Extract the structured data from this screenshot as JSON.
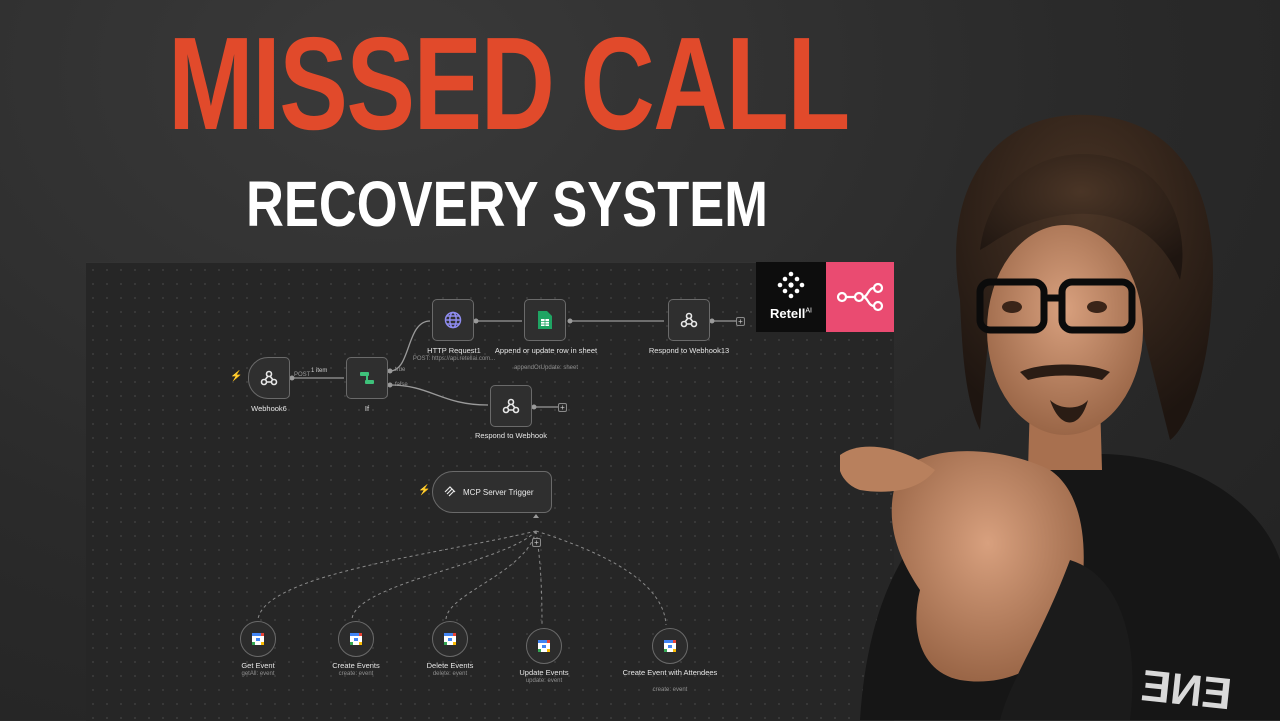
{
  "thumbnail": {
    "title_line1": "MISSED CALL",
    "title_line2": "RECOVERY SYSTEM"
  },
  "logos": {
    "retell": "Retell",
    "retell_sup": "AI",
    "retell_icon": "retell-grid-icon",
    "n8n_icon": "n8n-nodes-icon"
  },
  "workflow": {
    "nodes": {
      "webhook": {
        "label": "Webhook6",
        "icon": "webhook-icon"
      },
      "if": {
        "label": "If",
        "icon": "branch-icon"
      },
      "http": {
        "label": "HTTP Request1",
        "sub": "POST: https://api.retellai.com...",
        "icon": "globe-icon"
      },
      "sheet": {
        "label": "Append or update row in sheet",
        "sub": "appendOrUpdate: sheet",
        "icon": "google-sheets-icon"
      },
      "respond13": {
        "label": "Respond to Webhook13",
        "icon": "webhook-icon"
      },
      "respond": {
        "label": "Respond to Webhook",
        "icon": "webhook-icon"
      },
      "mcp": {
        "label": "MCP Server Trigger",
        "icon": "mcp-icon"
      }
    },
    "edge_labels": {
      "post": "POST",
      "items": "1 item",
      "true": "true",
      "false": "false"
    },
    "tools": [
      {
        "label": "Get Event",
        "sub": "getAll: event"
      },
      {
        "label": "Create Events",
        "sub": "create: event"
      },
      {
        "label": "Delete Events",
        "sub": "delete: event"
      },
      {
        "label": "Update Events",
        "sub": "update: event"
      },
      {
        "label": "Create Event with Attendees",
        "sub": "create: event"
      }
    ]
  },
  "colors": {
    "title_red": "#e14a2b",
    "n8n_pink": "#ea4b71",
    "edge": "#9a9a9a"
  }
}
